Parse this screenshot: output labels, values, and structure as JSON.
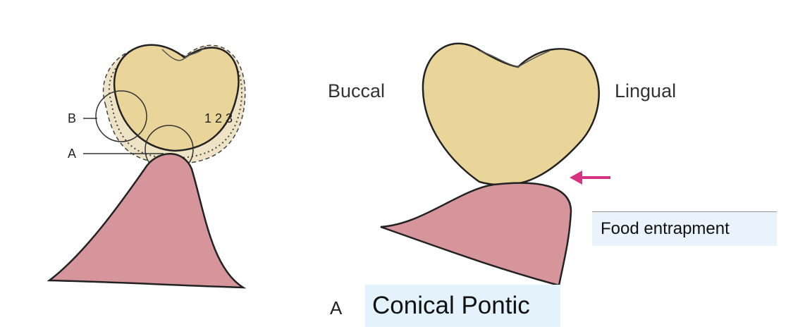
{
  "labels": {
    "b": "B",
    "a": "A",
    "numbers": "1 2 3",
    "buccal": "Buccal",
    "lingual": "Lingual",
    "food_entrapment": "Food entrapment",
    "figure_letter": "A",
    "title": "Conical Pontic"
  },
  "colors": {
    "tooth_fill": "#e9d49a",
    "tooth_outline": "#222222",
    "gum_fill": "#d6959b",
    "arrow": "#d63384",
    "highlight_bg": "#e3f2fb"
  }
}
